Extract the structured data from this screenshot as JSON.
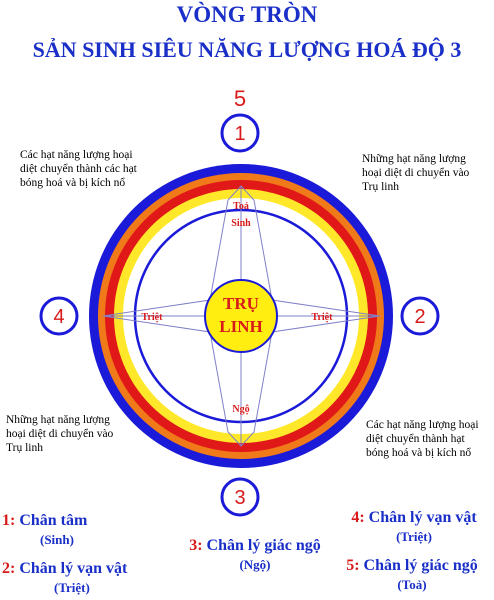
{
  "title": {
    "line1": "VÒNG TRÒN",
    "line2": "SẢN SINH SIÊU NĂNG LƯỢNG HOÁ ĐỘ 3"
  },
  "colors": {
    "title_blue": "#1a2fc8",
    "ring_blue": "#1a1ad8",
    "ring_orange": "#f07a1a",
    "ring_red": "#e01818",
    "ring_yellow": "#ffe82a",
    "center_yellow": "#ffee10",
    "label_red": "#d91a1a"
  },
  "diagram": {
    "top_number": "5",
    "nodes": [
      "1",
      "2",
      "3",
      "4"
    ],
    "center": {
      "line1": "TRỤ",
      "line2": "LINH"
    },
    "axis_labels": {
      "top_outer": "Toả",
      "top_inner": "Sinh",
      "left": "Triệt",
      "right": "Triệt",
      "bottom": "Ngộ"
    }
  },
  "notes": {
    "top_left": "Các hạt năng lượng hoại diệt chuyển thành các hạt bóng hoá và bị kích nổ",
    "top_right": "Những hạt năng lượng hoại diệt di chuyển vào Trụ linh",
    "bottom_left": "Những hạt năng lượng hoại diệt di chuyển vào Trụ linh",
    "bottom_right": "Các hạt năng lượng hoại diệt chuyển thành hạt bóng hoá và bị kích nổ"
  },
  "legend": [
    {
      "num": "1:",
      "text": "Chân tâm",
      "sub": "(Sinh)"
    },
    {
      "num": "2:",
      "text": "Chân lý vạn vật",
      "sub": "(Triệt)"
    },
    {
      "num": "3:",
      "text": "Chân lý giác ngộ",
      "sub": "(Ngộ)"
    },
    {
      "num": "4:",
      "text": "Chân lý vạn vật",
      "sub": "(Triệt)"
    },
    {
      "num": "5:",
      "text": "Chân lý giác ngộ",
      "sub": "(Toả)"
    }
  ]
}
